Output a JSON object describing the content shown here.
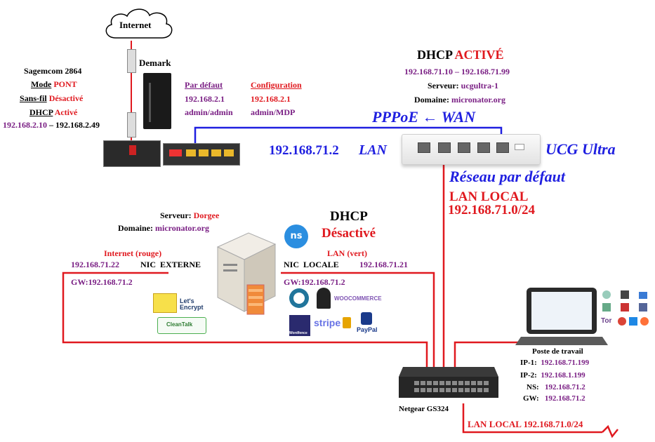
{
  "internet": {
    "label": "Internet"
  },
  "demark": {
    "label": "Demark"
  },
  "sagemcom": {
    "model": "Sagemcom 2864",
    "mode_label": "Mode",
    "mode_value": "PONT",
    "wifi_label": "Sans-fil",
    "wifi_value": "Désactivé",
    "dhcp_label": "DHCP",
    "dhcp_value": "Activé",
    "range_start": "192.168.2.10",
    "range_sep": "–",
    "range_end": "192.168.2.49"
  },
  "defaults": {
    "title": "Par défaut",
    "ip": "192.168.2.1",
    "credentials": "admin/admin"
  },
  "configuration": {
    "title": "Configuration",
    "ip": "192.168.2.1",
    "credentials": "admin/MDP"
  },
  "ucg_dhcp": {
    "label": "DHCP",
    "status": "ACTIVÉ",
    "range": "192.168.71.10 – 192.168.71.99",
    "server_label": "Serveur:",
    "server_value": "ucgultra-1",
    "domain_label": "Domaine:",
    "domain_value": "micronator.org"
  },
  "ucg": {
    "pppoe": "PPPoE  ←  WAN",
    "lan_ip": "192.168.71.2",
    "lan_label": "LAN",
    "name": "UCG Ultra",
    "network_name": "Réseau  par défaut",
    "lan_local": "LAN LOCAL",
    "lan_subnet": "192.168.71.0/24"
  },
  "server": {
    "server_label": "Serveur:",
    "server_value": "Dorgee",
    "domain_label": "Domaine:",
    "domain_value": "micronator.org",
    "dhcp_label": "DHCP",
    "dhcp_status": "Désactivé",
    "ext_title": "Internet (rouge)",
    "ext_ip": "192.168.71.22",
    "ext_nic": "NIC  EXTERNE",
    "ext_gw": "GW:192.168.71.2",
    "int_title": "LAN (vert)",
    "int_nic": "NIC  LOCALE",
    "int_ip": "192.168.71.21",
    "int_gw": "GW:192.168.71.2"
  },
  "apps": {
    "letsencrypt": "Let's Encrypt",
    "cleantalk": "CleanTalk",
    "woocommerce": "WOOCOMMERCE",
    "wordfence": "Wordfence",
    "stripe": "stripe",
    "paypal": "PayPal"
  },
  "workstation": {
    "title": "Poste de travail",
    "ip1_label": "IP-1:",
    "ip1": "192.168.71.199",
    "ip2_label": "IP-2:",
    "ip2": "192.168.1.199",
    "ns_label": "NS:",
    "ns": "192.168.71.2",
    "gw_label": "GW:",
    "gw": "192.168.71.2",
    "tor": "Tor"
  },
  "switch": {
    "name": "Netgear GS324"
  },
  "bottom": {
    "lan_local": "LAN LOCAL 192.168.71.0/24"
  },
  "colors": {
    "wire_red": "#e0191f",
    "wire_blue": "#1f1fe0",
    "purple": "#7a1f84"
  }
}
